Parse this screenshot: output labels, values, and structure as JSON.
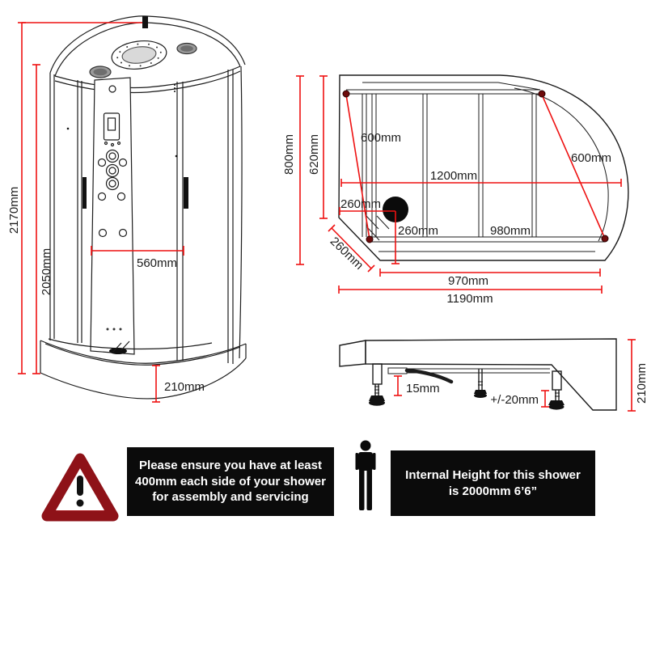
{
  "colors": {
    "dimension_red": "#ee1111",
    "line_black": "#1c1c1c",
    "warning_red": "#c32026"
  },
  "front_view": {
    "total_height_label": "2170mm",
    "internal_height_label": "2050mm",
    "center_panel_width_label": "560mm",
    "tray_height_label": "210mm"
  },
  "plan_view": {
    "total_depth_label": "800mm",
    "internal_depth_label": "620mm",
    "left_door_opening_label": "600mm",
    "right_door_opening_label": "600mm",
    "back_wall_width_label": "1200mm",
    "waste_offset_side_label": "260mm",
    "waste_offset_front_label": "260mm",
    "corner_chamfer_label": "260mm",
    "front_rail_width_label": "980mm",
    "front_edge_width_label": "970mm",
    "overall_width_label": "1190mm"
  },
  "side_view": {
    "clearance_label": "15mm",
    "foot_adjustment_label": "+/-20mm",
    "tray_height_label": "210mm"
  },
  "notices": {
    "assembly_note": "Please ensure you have at least 400mm each side of your shower for assembly and servicing",
    "height_note": "Internal Height for this shower is 2000mm 6’6”"
  }
}
